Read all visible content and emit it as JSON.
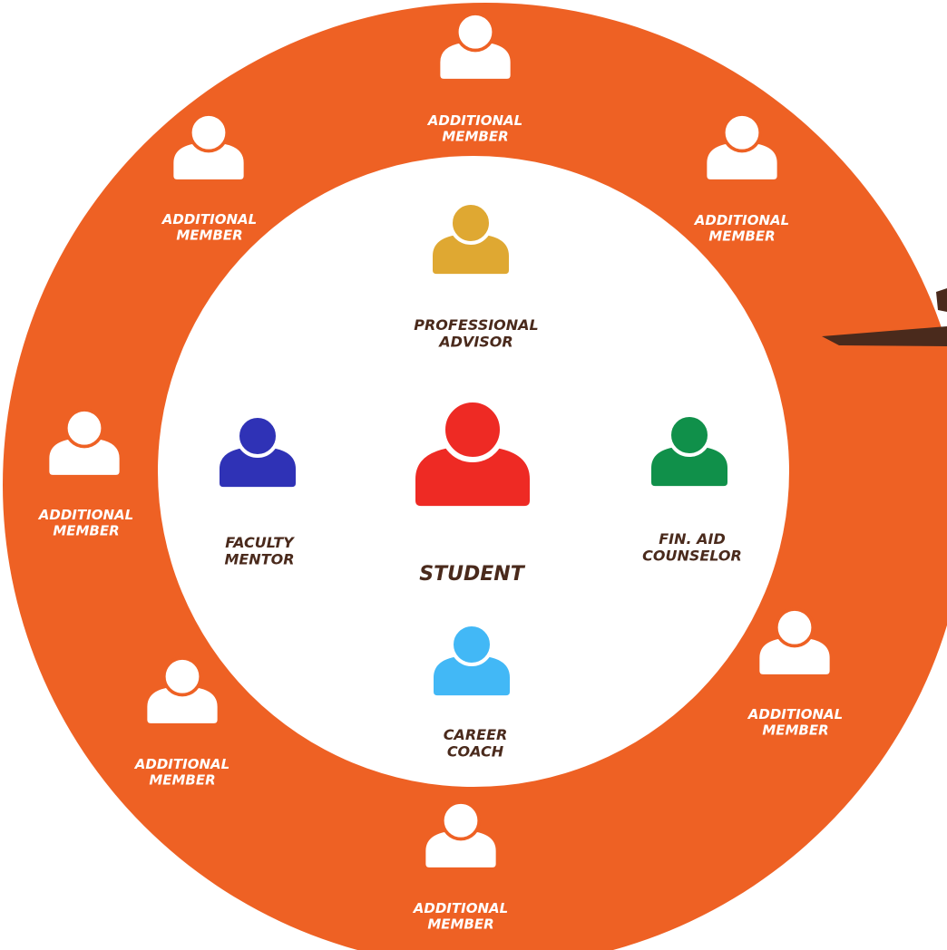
{
  "colors": {
    "ring": "#ee6124",
    "center_background": "#ffffff",
    "outer_member_icon": "#ffffff",
    "outer_label": "#ffffff",
    "inner_label": "#4a2a1c",
    "student": "#ee2a24",
    "professional_advisor": "#dfa832",
    "faculty_mentor": "#2f32b6",
    "fin_aid_counselor": "#10904a",
    "career_coach": "#42b8f6",
    "pointer": "#4a2a1c"
  },
  "center": {
    "name": "student",
    "label": "STUDENT",
    "color_key": "student"
  },
  "inner_members": [
    {
      "name": "professional-advisor",
      "line1": "PROFESSIONAL",
      "line2": "ADVISOR",
      "color_key": "professional_advisor"
    },
    {
      "name": "faculty-mentor",
      "line1": "FACULTY",
      "line2": "MENTOR",
      "color_key": "faculty_mentor"
    },
    {
      "name": "fin-aid-counselor",
      "line1": "FIN. AID",
      "line2": "COUNSELOR",
      "color_key": "fin_aid_counselor"
    },
    {
      "name": "career-coach",
      "line1": "CAREER",
      "line2": "COACH",
      "color_key": "career_coach"
    }
  ],
  "outer_members": [
    {
      "line1": "ADDITIONAL",
      "line2": "MEMBER"
    },
    {
      "line1": "ADDITIONAL",
      "line2": "MEMBER"
    },
    {
      "line1": "ADDITIONAL",
      "line2": "MEMBER"
    },
    {
      "line1": "ADDITIONAL",
      "line2": "MEMBER"
    },
    {
      "line1": "ADDITIONAL",
      "line2": "MEMBER"
    },
    {
      "line1": "ADDITIONAL",
      "line2": "MEMBER"
    },
    {
      "line1": "ADDITIONAL",
      "line2": "MEMBER"
    }
  ]
}
